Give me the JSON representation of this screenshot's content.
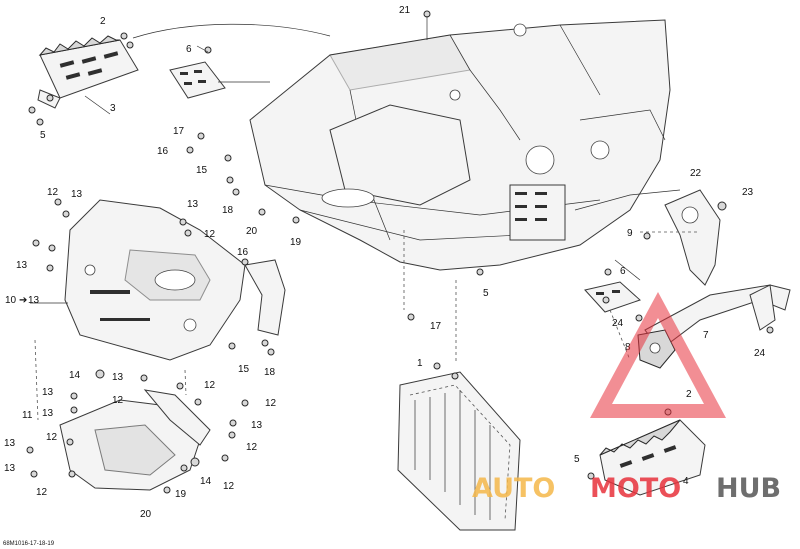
{
  "drawing_ref": "68M1016-17-18-19",
  "callouts": {
    "c21": "21",
    "c2a": "2",
    "c3": "3",
    "c5a": "5",
    "c6a": "6",
    "c17a": "17",
    "c16a": "16",
    "c15a": "15",
    "c18a": "18",
    "c13a": "13",
    "c12a": "12",
    "c12b": "12",
    "c13b": "13",
    "c13c": "13",
    "c10": "10",
    "c13d": "13",
    "c20a": "20",
    "c19a": "19",
    "c16b": "16",
    "c15b": "15",
    "c18b": "18",
    "c17b": "17",
    "c14a": "14",
    "c13e": "13",
    "c12c": "12",
    "c13f": "13",
    "c12d": "12",
    "c11": "11",
    "c13g": "13",
    "c12e": "12",
    "c13h": "13",
    "c12f": "12",
    "c13i": "13",
    "c12g": "12",
    "c13j": "13",
    "c12h": "12",
    "c20b": "20",
    "c19b": "19",
    "c14b": "14",
    "c12i": "12",
    "c22": "22",
    "c23": "23",
    "c9": "9",
    "c6b": "6",
    "c5b": "5",
    "c24a": "24",
    "c8": "8",
    "c7": "7",
    "c24b": "24",
    "c1": "1",
    "c2b": "2",
    "c5c": "5",
    "c4": "4"
  },
  "watermark": {
    "auto": "AUTO",
    "moto": "MOTO",
    "hub": "HUB",
    "colors": {
      "auto": "#f5b84a",
      "moto": "#e8323c",
      "hub": "#555555",
      "triangle": "#e8323c"
    }
  }
}
